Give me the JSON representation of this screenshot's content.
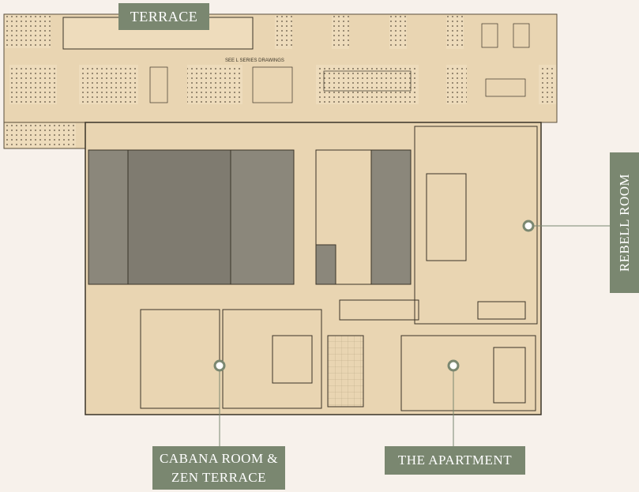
{
  "labels": {
    "terrace": "TERRACE",
    "rebell_room": "REBELL ROOM",
    "cabana_line1": "CABANA ROOM &",
    "cabana_line2": "ZEN TERRACE",
    "apartment": "THE APARTMENT"
  },
  "plan_notes": {
    "series_note": "SEE L SERIES DRAWINGS"
  },
  "colors": {
    "background": "#f7f1eb",
    "floor": "#e9d5b2",
    "label_bg": "#7a8770",
    "core": "#8b877b"
  }
}
